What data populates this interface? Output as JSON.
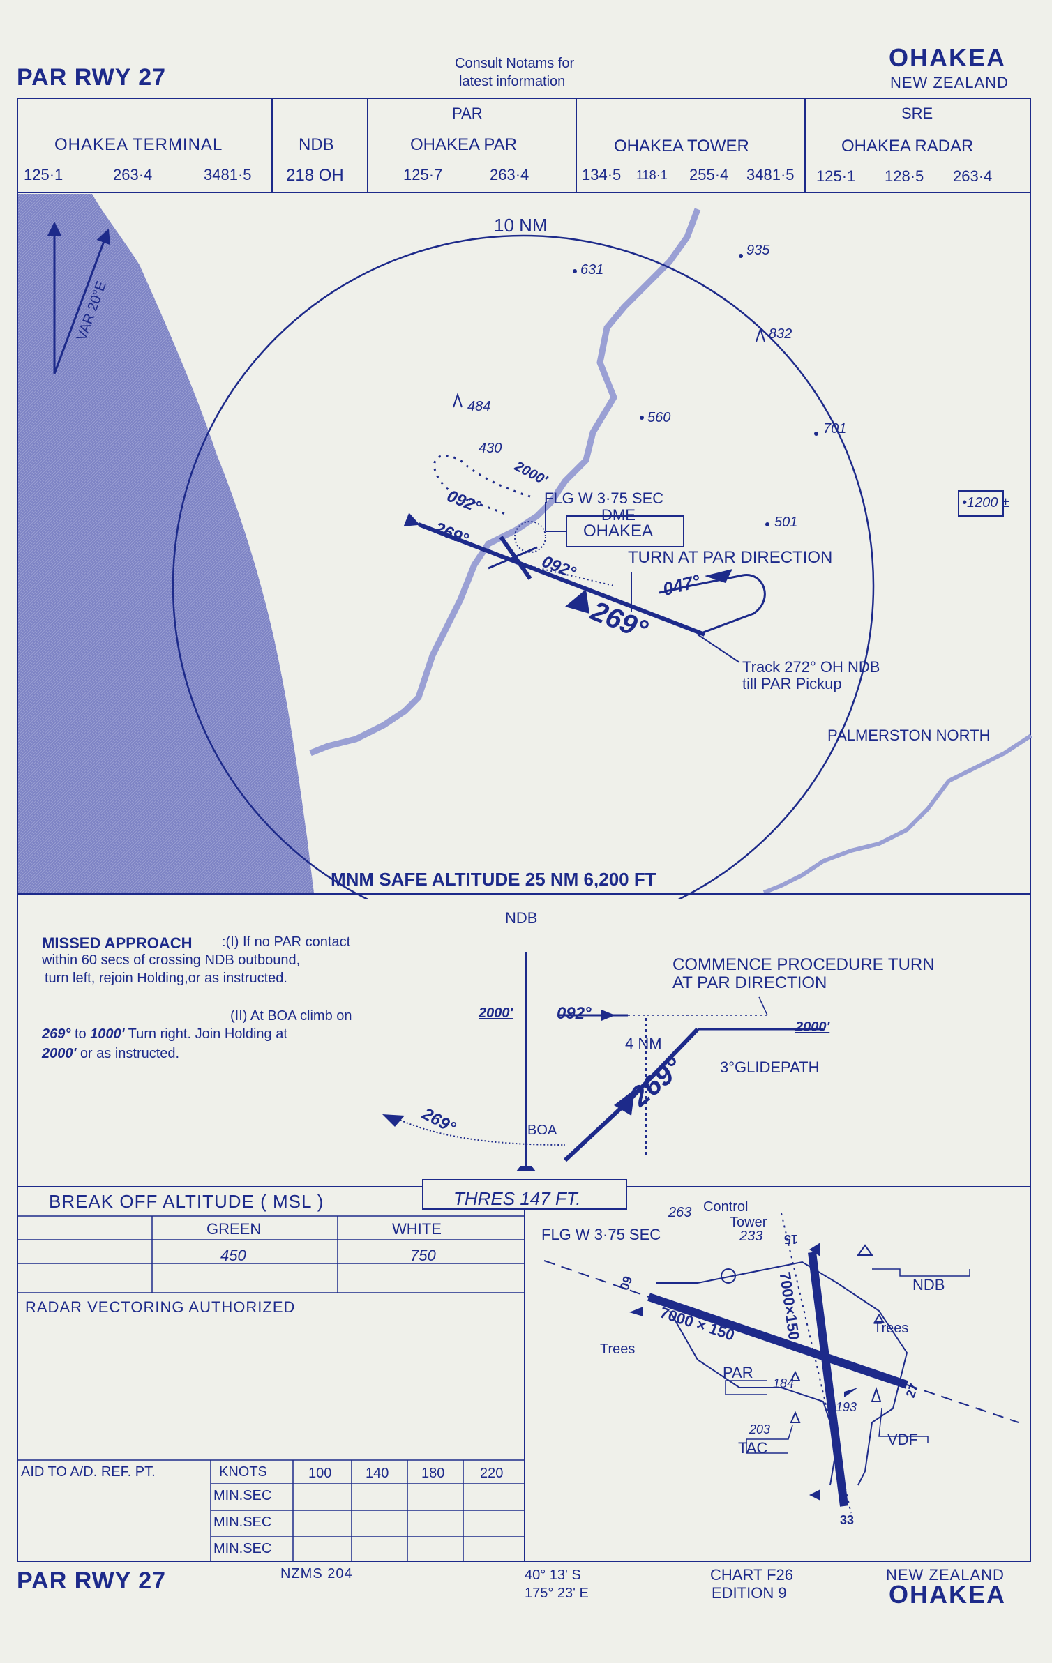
{
  "header": {
    "title_left": "PAR RWY 27",
    "notice_line1": "Consult Notams for",
    "notice_line2": "latest information",
    "title_right": "OHAKEA",
    "subtitle_right": "NEW ZEALAND"
  },
  "comm": {
    "terminal": {
      "name": "OHAKEA TERMINAL",
      "f1": "125·1",
      "f2": "263·4",
      "f3": "3481·5"
    },
    "ndb": {
      "name": "NDB",
      "value": "218 OH"
    },
    "par": {
      "top": "PAR",
      "name": "OHAKEA PAR",
      "f1": "125·7",
      "f2": "263·4"
    },
    "tower": {
      "name": "OHAKEA TOWER",
      "f1": "134·5",
      "f2": "118·1",
      "f3": "255·4",
      "f4": "3481·5"
    },
    "radar": {
      "top": "SRE",
      "name": "OHAKEA RADAR",
      "f1": "125·1",
      "f2": "128·5",
      "f3": "263·4"
    }
  },
  "plan": {
    "range_label": "10 NM",
    "variation": "VAR 20°E",
    "elevations": [
      "631",
      "935",
      "832",
      "484",
      "560",
      "701",
      "430",
      "501"
    ],
    "holding_alt": "2000'",
    "beacon_text": "FLG W 3·75 SEC",
    "dme_label": "DME",
    "dme_name": "OHAKEA",
    "turn_text": "TURN AT PAR DIRECTION",
    "hdg_092": "092°",
    "hdg_269": "269°",
    "hdg_047": "047°",
    "track_line1": "Track 272°  OH  NDB",
    "track_line2": "till PAR    Pickup",
    "town": "PALMERSTON NORTH",
    "terrain_box": "•1200 ±",
    "msa": "MNM SAFE ALTITUDE 25 NM  6,200 FT"
  },
  "profile": {
    "missed_title": "MISSED APPROACH",
    "missed_1a": ":(I) If no PAR contact",
    "missed_1b": "within 60 secs of crossing NDB outbound,",
    "missed_1c": "turn left, rejoin  Holding,or as instructed.",
    "missed_2a": "(II) At BOA climb on",
    "missed_2b_hdg": "269°",
    "missed_2b_mid": "to",
    "missed_2b_alt": "1000'",
    "missed_2b_rest": "Turn right. Join Holding at",
    "missed_2c_alt": "2000'",
    "missed_2c_rest": "or as instructed.",
    "ndb_label": "NDB",
    "alt_left": "2000'",
    "hdg_out": "092°",
    "commence_1": "COMMENCE PROCEDURE TURN",
    "commence_2": "AT PAR DIRECTION",
    "alt_right": "2000'",
    "dist": "4 NM",
    "glidepath": "3°GLIDEPATH",
    "hdg_in": "269°",
    "hdg_missed": "269°",
    "boa": "BOA"
  },
  "minima": {
    "title": "BREAK OFF ALTITUDE  ( MSL )",
    "thres": "THRES    147 FT.",
    "green": "GREEN",
    "white": "WHITE",
    "green_value": "450",
    "white_value": "750",
    "radar_vectoring": "RADAR  VECTORING  AUTHORIZED",
    "timing_header": "AID TO A/D. REF. PT.",
    "knots": "KNOTS",
    "speeds": [
      "100",
      "140",
      "180",
      "220"
    ],
    "min_sec": "MIN.SEC"
  },
  "aerodrome": {
    "tower_elev": "263",
    "tower_label1": "Control",
    "tower_label2": "Tower",
    "tower_233": "233",
    "beacon": "FLG W 3·75 SEC",
    "rwy_0927": "7000 × 150",
    "rwy_1533": "7000×150",
    "rwy_09": "09",
    "rwy_27": "27",
    "rwy_15": "15",
    "rwy_33": "33",
    "ndb": "NDB",
    "par": "PAR",
    "tac": "TAC",
    "vdf": "VDF",
    "trees": "Trees",
    "e184": "184",
    "e193": "193",
    "e203": "203"
  },
  "footer": {
    "title_left": "PAR RWY 27",
    "map_ref": "NZMS 204",
    "lat": "40° 13' S",
    "lon": "175° 23' E",
    "chart": "CHART F26",
    "edition": "EDITION 9",
    "country": "NEW ZEALAND",
    "name": "OHAKEA"
  }
}
